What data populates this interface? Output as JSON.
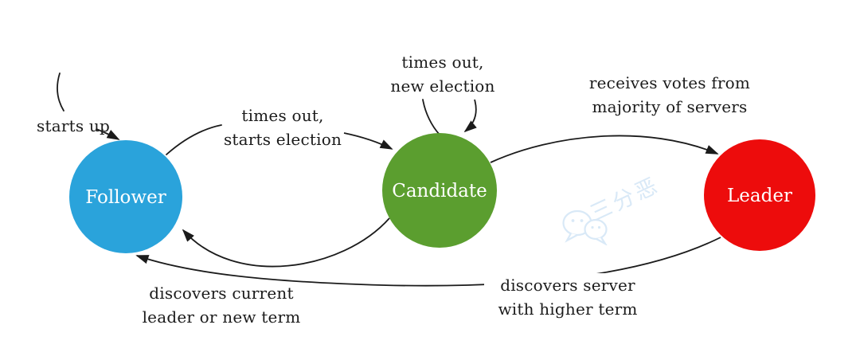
{
  "diagram": {
    "background": "#ffffff",
    "line_color": "#1b1b1b",
    "node_label_color": "#ffffff",
    "nodes": [
      {
        "id": "follower",
        "label": "Follower",
        "color": "#2AA3DB"
      },
      {
        "id": "candidate",
        "label": "Candidate",
        "color": "#5B9E2F"
      },
      {
        "id": "leader",
        "label": "Leader",
        "color": "#ED0C0C"
      }
    ],
    "edges": [
      {
        "from": "start",
        "to": "Follower",
        "label": "starts up"
      },
      {
        "from": "Follower",
        "to": "Candidate",
        "label": "times out,\nstarts election"
      },
      {
        "from": "Candidate",
        "to": "Candidate",
        "label": "times out,\nnew election"
      },
      {
        "from": "Candidate",
        "to": "Leader",
        "label": "receives votes from\nmajority of servers"
      },
      {
        "from": "Candidate",
        "to": "Follower",
        "label": "discovers current\nleader or new term"
      },
      {
        "from": "Leader",
        "to": "Follower",
        "label": "discovers server\nwith higher term"
      }
    ],
    "watermark": {
      "icon": "wechat-icon",
      "text": "三分恶",
      "color": "#D9E9F7"
    }
  }
}
